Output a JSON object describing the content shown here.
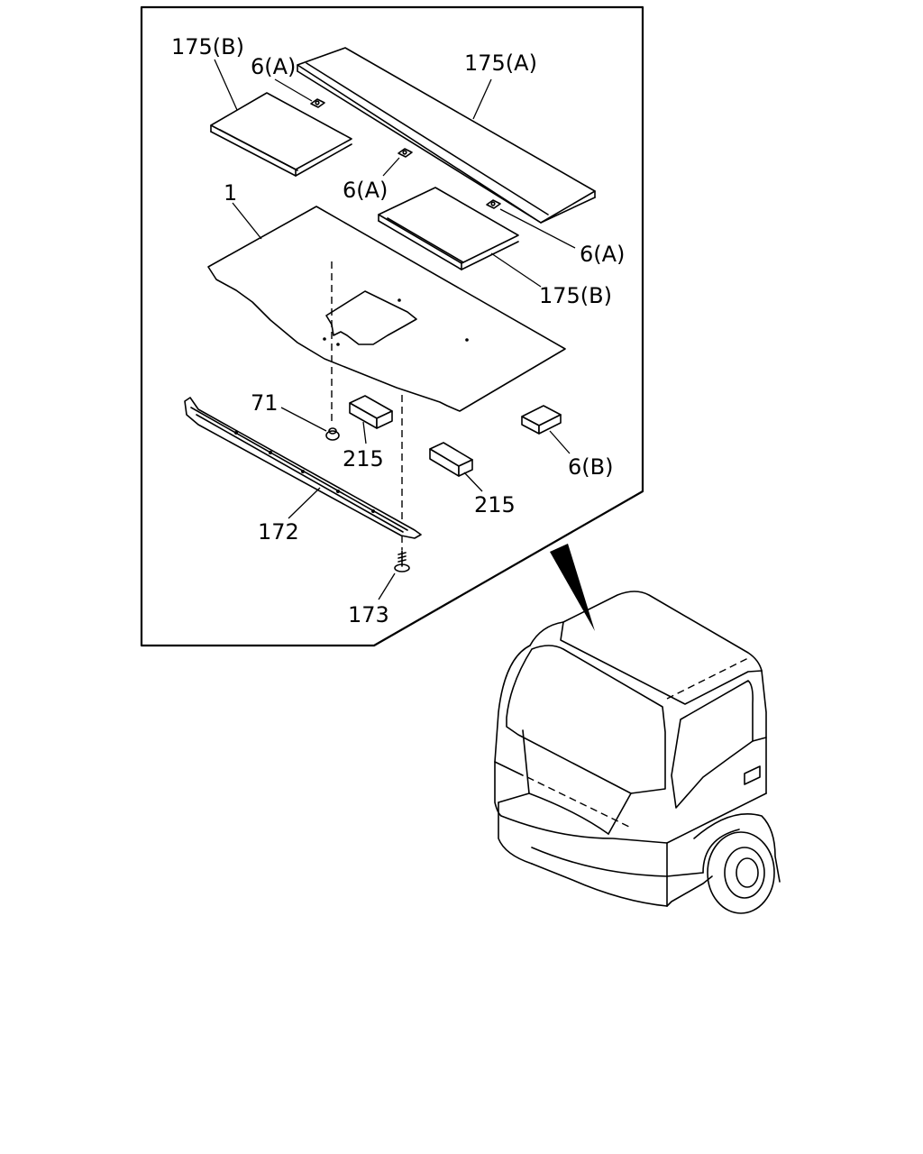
{
  "callouts": {
    "p175b_top": "175(B)",
    "p6a_top": "6(A)",
    "p175a": "175(A)",
    "p6a_mid": "6(A)",
    "p1": "1",
    "p6a_right": "6(A)",
    "p175b_right": "175(B)",
    "p71": "71",
    "p215_left": "215",
    "p215_right": "215",
    "p6b": "6(B)",
    "p172": "172",
    "p173": "173"
  }
}
